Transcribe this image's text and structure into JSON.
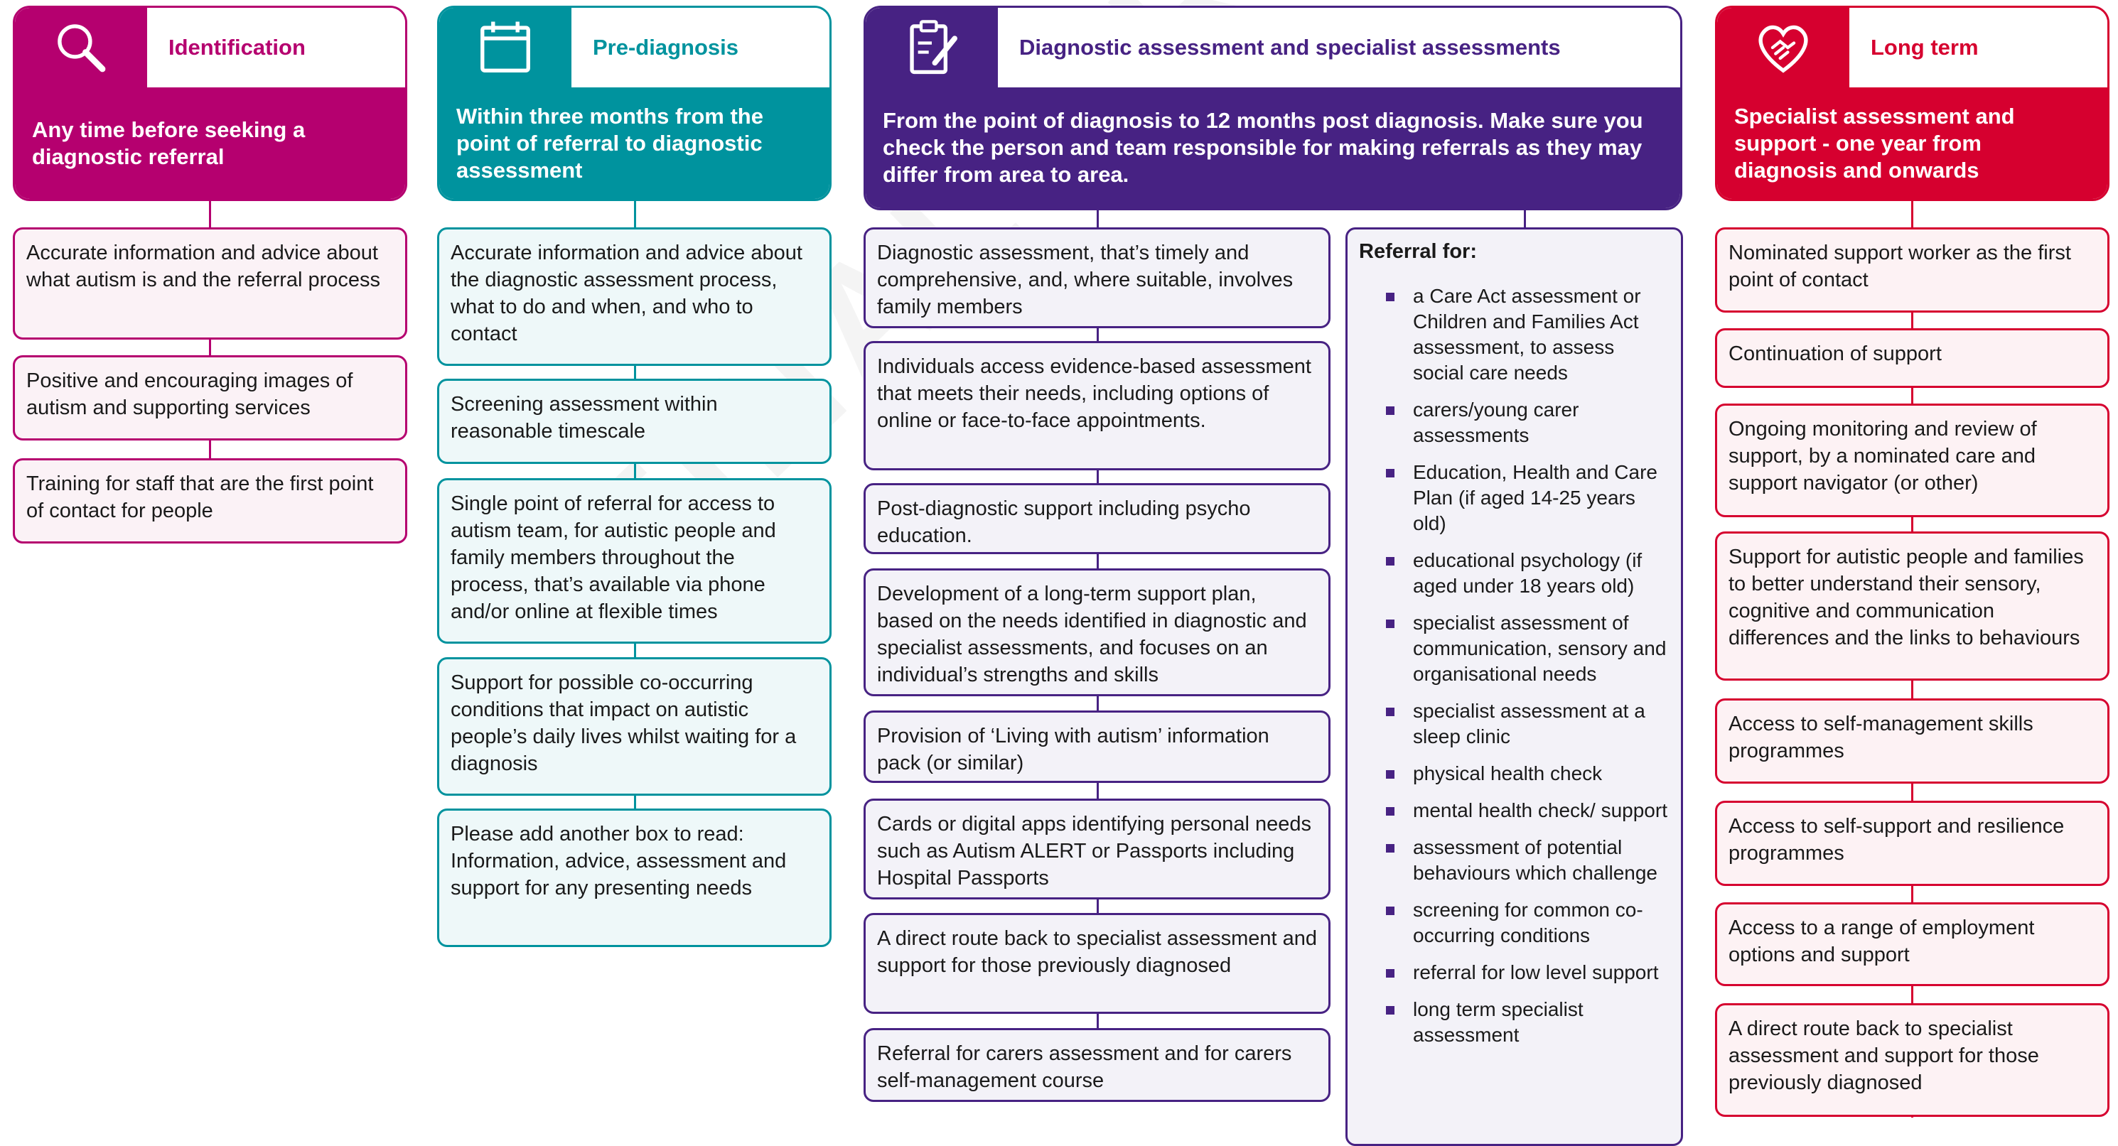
{
  "colors": {
    "identification": "#b5006f",
    "prediagnosis": "#00939e",
    "diagnostic": "#472283",
    "longterm": "#d6002f"
  },
  "watermark": "FINAL DRAFT",
  "columns": {
    "identification": {
      "icon": "magnifier-icon",
      "title": "Identification",
      "subtitle": "Any time before seeking a diagnostic referral",
      "boxes": [
        "Accurate information and advice about what autism is and the referral process",
        "Positive and encouraging images of autism and supporting services",
        "Training for staff that are the first point of contact for people"
      ]
    },
    "prediagnosis": {
      "icon": "calendar-icon",
      "title": "Pre-diagnosis",
      "subtitle": "Within three months from the point of referral to diagnostic assessment",
      "boxes": [
        "Accurate information and advice about the diagnostic assessment process, what to do and when, and who to contact",
        "Screening assessment within reasonable timescale",
        "Single point of referral for access to autism team, for autistic people and family members throughout the process, that’s available via phone and/or online at flexible times",
        "Support for possible co-occurring conditions that impact on autistic people’s daily lives whilst waiting for a diagnosis",
        "Please add another box to read: Information, advice, assessment and support for any presenting needs"
      ]
    },
    "diagnostic": {
      "icon": "clipboard-pen-icon",
      "title": "Diagnostic assessment and specialist assessments",
      "subtitle": "From the point of diagnosis to 12 months post diagnosis. Make sure you check the person and team responsible for making referrals as they may differ from area to area.",
      "boxes": [
        "Diagnostic assessment, that’s timely and comprehensive, and, where suitable, involves family members",
        "Individuals access evidence-based assessment that meets their needs, including options of online or face-to-face appointments.",
        "Post-diagnostic support including psycho education.",
        "Development of a long-term support plan, based on the needs identified in diagnostic and specialist assessments, and focuses on an individual’s strengths and skills",
        "Provision of ‘Living with autism’ information pack (or similar)",
        "Cards or digital apps identifying personal needs such as Autism ALERT or Passports including Hospital Passports",
        "A direct route back to specialist assessment and support for those previously diagnosed",
        "Referral for carers assessment and for carers self-management course"
      ],
      "referral_title": "Referral for:",
      "referral_items": [
        "a Care Act assessment or Children and Families Act assessment, to assess social care needs",
        "carers/young carer assessments",
        "Education, Health and Care Plan (if aged 14-25 years old)",
        "educational psychology (if aged under 18 years old)",
        "specialist assessment of communication, sensory and organisational needs",
        "specialist assessment at a sleep clinic",
        "physical health check",
        "mental health check/ support",
        "assessment of potential behaviours which challenge",
        "screening for common co-occurring conditions",
        "referral for low level support",
        "long term specialist assessment"
      ]
    },
    "longterm": {
      "icon": "heart-handshake-icon",
      "title": "Long term",
      "subtitle": "Specialist assessment and support - one year from diagnosis and onwards",
      "boxes": [
        "Nominated support worker as the first point of contact",
        "Continuation of support",
        "Ongoing monitoring and review of support, by a nominated care and support navigator (or other)",
        "Support for autistic people and families to better understand their sensory, cognitive and communication differences and the links to behaviours",
        "Access to self-management skills programmes",
        "Access to self-support and resilience programmes",
        "Access to a range of employment options and support",
        "A direct route back to specialist assessment and support for those previously diagnosed"
      ]
    }
  }
}
